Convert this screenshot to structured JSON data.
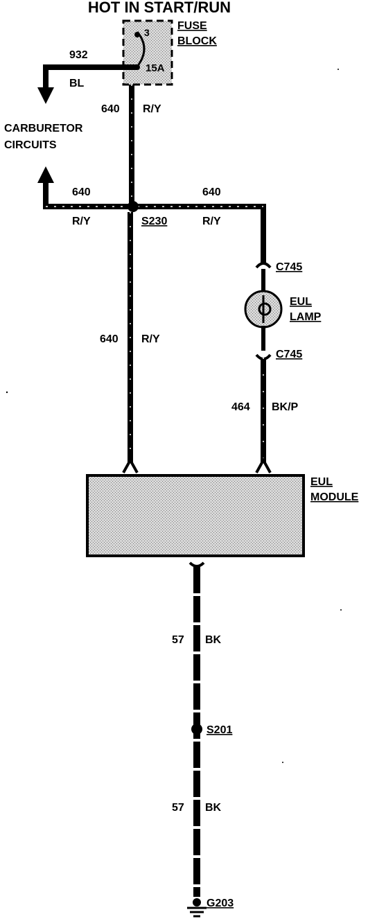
{
  "title": "HOT IN START/RUN",
  "fuse_block": {
    "label_line1": "FUSE",
    "label_line2": "BLOCK",
    "fuse_number": "3",
    "fuse_rating": "15A"
  },
  "circuit_932": {
    "number": "932",
    "color": "BL"
  },
  "carburetor": {
    "line1": "CARBURETOR",
    "line2": "CIRCUITS"
  },
  "circuit_640": {
    "number": "640",
    "color": "R/Y"
  },
  "splice_s230": "S230",
  "connector_c745_top": "C745",
  "connector_c745_bottom": "C745",
  "eul_lamp": {
    "line1": "EUL",
    "line2": "LAMP"
  },
  "circuit_464": {
    "number": "464",
    "color": "BK/P"
  },
  "eul_module": {
    "line1": "EUL",
    "line2": "MODULE"
  },
  "circuit_57": {
    "number": "57",
    "color": "BK"
  },
  "splice_s201": "S201",
  "ground_g203": "G203",
  "colors": {
    "ink": "#000000",
    "fill_shade": "#cfcfcf",
    "background": "#ffffff"
  }
}
